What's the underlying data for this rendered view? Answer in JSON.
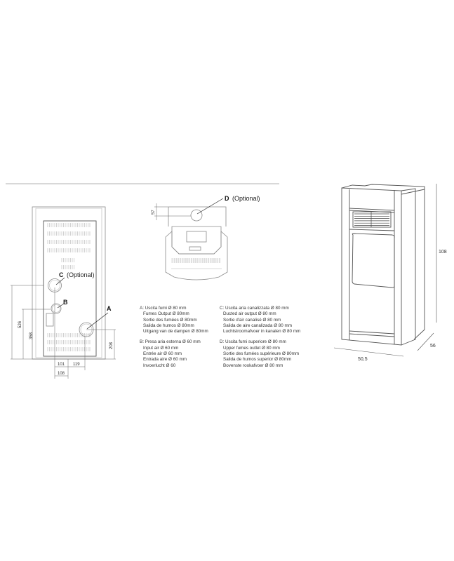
{
  "back_view": {
    "labels": {
      "a": "A",
      "b": "B",
      "c": "C",
      "c_note": "(Optional)"
    },
    "dimensions": {
      "c_height": "526",
      "b_height": "358",
      "a_height": "208",
      "c_to_b": "101",
      "b_to_a": "119",
      "c_offset": "108"
    }
  },
  "top_view": {
    "labels": {
      "d": "D",
      "d_note": "(Optional)"
    },
    "dimensions": {
      "d_depth": "57"
    }
  },
  "perspective_view": {
    "dimensions": {
      "height": "108",
      "depth": "56",
      "width": "50,5"
    }
  },
  "legend": {
    "a": {
      "title": "A: Uscita fumi Ø 80 mm",
      "lines": [
        "Fumes Output Ø 80mm",
        "Sortie des fumées Ø 80mm",
        "Salida de humos Ø 80mm",
        "Uitgang van de dampen Ø 80mm"
      ]
    },
    "b": {
      "title": "B: Presa aria esterna Ø 60 mm",
      "lines": [
        "Input air Ø 60 mm",
        "Entrée air Ø 60 mm",
        "Entrada aire Ø 60 mm",
        "Invoerlucht Ø 60"
      ]
    },
    "c": {
      "title": "C: Uscita aria canalizzata Ø 80 mm",
      "lines": [
        "Ducted air output Ø 80 mm",
        "Sortie d'air canalisé Ø 80 mm",
        "Salida de aire canalizada Ø 80 mm",
        "Luchtstroomafvoer in kanalen Ø 80 mm"
      ]
    },
    "d": {
      "title": "D: Uscita fumi superiore Ø 80 mm",
      "lines": [
        "Upper fumes outlet Ø 80 mm",
        "Sortie des fumées supérieure Ø 80mm",
        "Salida de humos superior Ø 80mm",
        "Bovenste rookafvoer Ø 80 mm"
      ]
    }
  }
}
